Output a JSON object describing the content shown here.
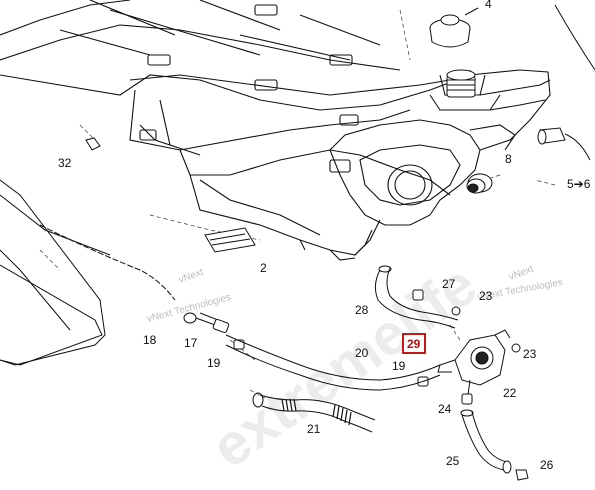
{
  "callouts": {
    "c4": "4",
    "c32": "32",
    "c8": "8",
    "c5to6": "5➔6",
    "c2": "2",
    "c27": "27",
    "c23a": "23",
    "c28": "28",
    "c29": "29",
    "c23b": "23",
    "c20": "20",
    "c19a": "19",
    "c18": "18",
    "c17": "17",
    "c19b": "19",
    "c22": "22",
    "c24": "24",
    "c21": "21",
    "c25": "25",
    "c26": "26"
  },
  "watermarks": {
    "vnext_1": "vNext",
    "vnext_tech_1": "vNext Technologies",
    "vnext_2": "vNext",
    "vnext_tech_2": "vNext Technologies",
    "big": "extremelife"
  },
  "colors": {
    "ink": "#111111",
    "highlight_box": "#c00000",
    "watermark": "#bdbdbd"
  }
}
